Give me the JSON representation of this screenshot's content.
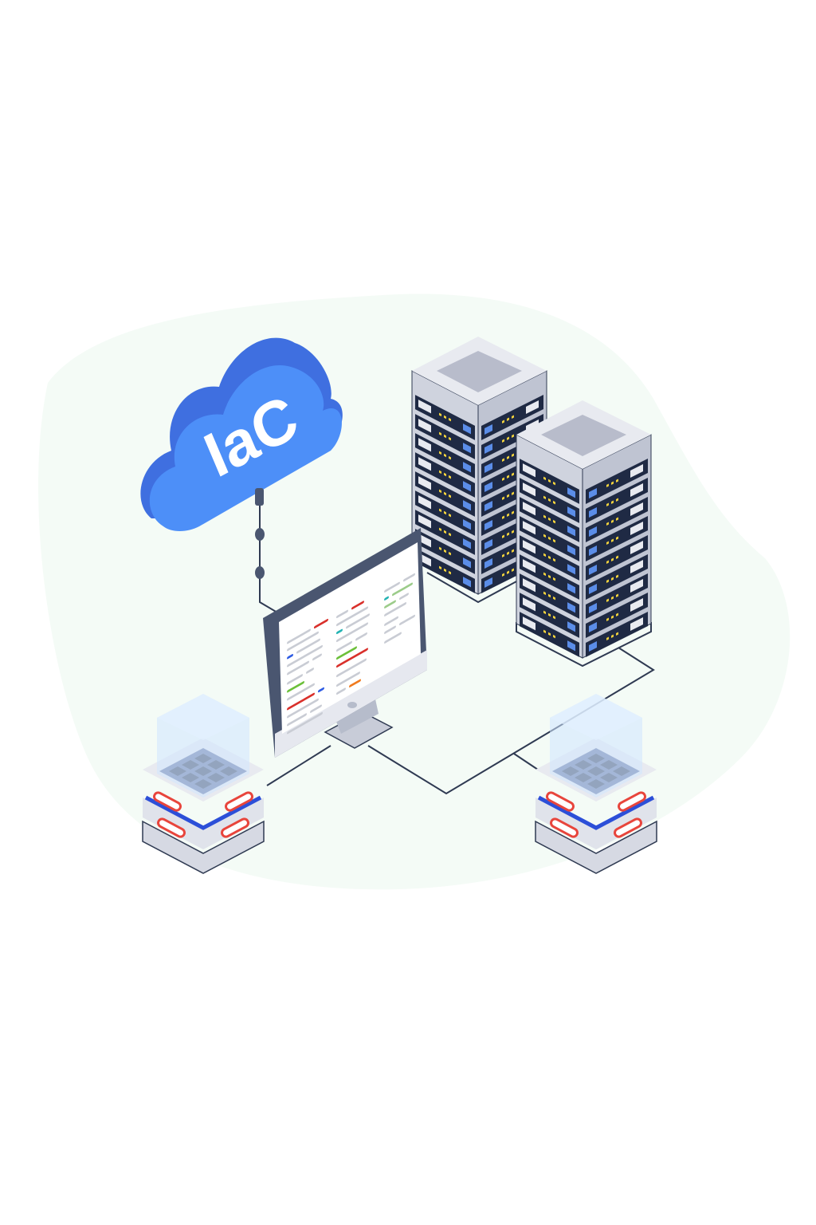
{
  "illustration": {
    "cloud": {
      "label": "IaC",
      "color": "#4d8ff8",
      "shadow_color": "#3f6fe0"
    },
    "colors": {
      "background_blob": "#f4fbf6",
      "line": "#2f3a52",
      "server_body": "#d9dce6",
      "server_slot": "#1f2a44",
      "server_led": "#f2d23c",
      "monitor_frame": "#4a5670",
      "storage_glass": "#cfe6ff",
      "storage_red": "#e8453c",
      "storage_blue": "#2c4fd8"
    },
    "servers": [
      {
        "units": 9
      },
      {
        "units": 9
      }
    ],
    "storage_nodes": 2
  }
}
